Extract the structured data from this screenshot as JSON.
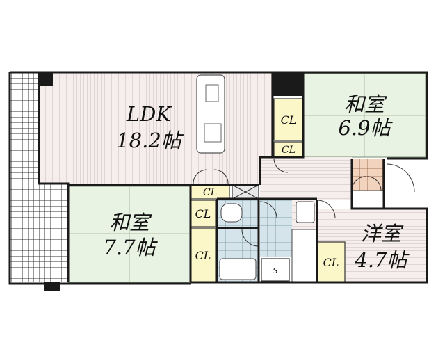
{
  "rooms": {
    "ldk": {
      "name": "LDK",
      "size": "18.2帖"
    },
    "wa1": {
      "name": "和室",
      "size": "6.9帖"
    },
    "wa2": {
      "name": "和室",
      "size": "7.7帖"
    },
    "yo": {
      "name": "洋室",
      "size": "4.7帖"
    }
  },
  "closet_label": "CL",
  "storage_label": "S",
  "colors": {
    "wall": "#1a1a1a",
    "ldk_floor": "#f6eded",
    "tatami": "#e9f3e3",
    "closet": "#fbf7c8",
    "bath": "#d5e4ea",
    "balcony": "#ffffff",
    "entry_tile": "#f2d3bd"
  }
}
